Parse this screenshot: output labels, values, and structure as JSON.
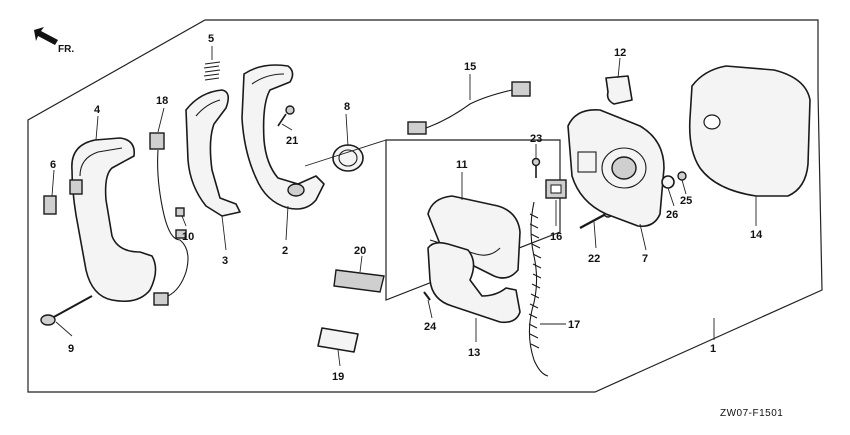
{
  "direction_label": "FR.",
  "diagram_code": "ZW07-F1501",
  "callouts": {
    "c1": "1",
    "c2": "2",
    "c3": "3",
    "c4": "4",
    "c5": "5",
    "c6": "6",
    "c7": "7",
    "c8": "8",
    "c9": "9",
    "c10": "10",
    "c11": "11",
    "c12": "12",
    "c13": "13",
    "c14": "14",
    "c15": "15",
    "c16": "16",
    "c17": "17",
    "c18": "18",
    "c19": "19",
    "c20": "20",
    "c21": "21",
    "c22": "22",
    "c23": "23",
    "c24": "24",
    "c25": "25",
    "c26": "26"
  }
}
